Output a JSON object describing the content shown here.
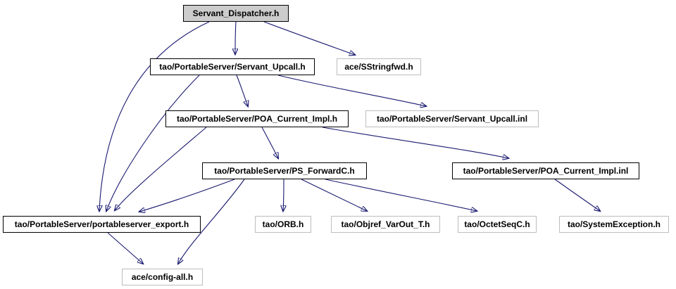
{
  "diagram": {
    "type": "include-dependency-graph",
    "background_color": "#ffffff",
    "edge_color": "#191970",
    "root_fill_color": "#cccccc",
    "linked_node_border_color": "#000000",
    "leaf_node_border_color": "#bdbdbd"
  },
  "nodes": [
    {
      "label": "Servant_Dispatcher.h"
    },
    {
      "label": "tao/PortableServer/Servant_Upcall.h"
    },
    {
      "label": "ace/SStringfwd.h"
    },
    {
      "label": "tao/PortableServer/POA_Current_Impl.h"
    },
    {
      "label": "tao/PortableServer/Servant_Upcall.inl"
    },
    {
      "label": "tao/PortableServer/PS_ForwardC.h"
    },
    {
      "label": "tao/PortableServer/POA_Current_Impl.inl"
    },
    {
      "label": "tao/PortableServer/portableserver_export.h"
    },
    {
      "label": "tao/ORB.h"
    },
    {
      "label": "tao/Objref_VarOut_T.h"
    },
    {
      "label": "tao/OctetSeqC.h"
    },
    {
      "label": "tao/SystemException.h"
    },
    {
      "label": "ace/config-all.h"
    }
  ],
  "edges": [
    {
      "from": "Servant_Dispatcher.h",
      "to": "tao/PortableServer/Servant_Upcall.h"
    },
    {
      "from": "Servant_Dispatcher.h",
      "to": "ace/SStringfwd.h"
    },
    {
      "from": "Servant_Dispatcher.h",
      "to": "tao/PortableServer/portableserver_export.h"
    },
    {
      "from": "tao/PortableServer/Servant_Upcall.h",
      "to": "tao/PortableServer/POA_Current_Impl.h"
    },
    {
      "from": "tao/PortableServer/Servant_Upcall.h",
      "to": "tao/PortableServer/Servant_Upcall.inl"
    },
    {
      "from": "tao/PortableServer/Servant_Upcall.h",
      "to": "tao/PortableServer/portableserver_export.h"
    },
    {
      "from": "tao/PortableServer/POA_Current_Impl.h",
      "to": "tao/PortableServer/PS_ForwardC.h"
    },
    {
      "from": "tao/PortableServer/POA_Current_Impl.h",
      "to": "tao/PortableServer/POA_Current_Impl.inl"
    },
    {
      "from": "tao/PortableServer/POA_Current_Impl.h",
      "to": "tao/PortableServer/portableserver_export.h"
    },
    {
      "from": "tao/PortableServer/PS_ForwardC.h",
      "to": "tao/PortableServer/portableserver_export.h"
    },
    {
      "from": "tao/PortableServer/PS_ForwardC.h",
      "to": "tao/ORB.h"
    },
    {
      "from": "tao/PortableServer/PS_ForwardC.h",
      "to": "tao/Objref_VarOut_T.h"
    },
    {
      "from": "tao/PortableServer/PS_ForwardC.h",
      "to": "tao/OctetSeqC.h"
    },
    {
      "from": "tao/PortableServer/PS_ForwardC.h",
      "to": "ace/config-all.h"
    },
    {
      "from": "tao/PortableServer/POA_Current_Impl.inl",
      "to": "tao/SystemException.h"
    },
    {
      "from": "tao/PortableServer/portableserver_export.h",
      "to": "ace/config-all.h"
    }
  ]
}
